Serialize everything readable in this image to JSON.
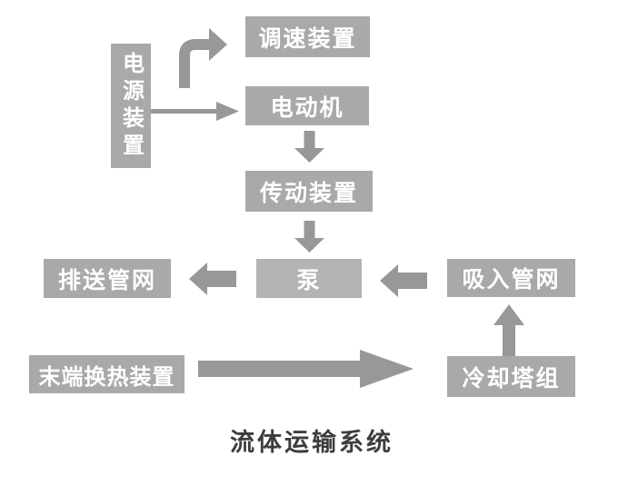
{
  "diagram": {
    "title": "流体运输系统",
    "nodes": {
      "power": "电源装置",
      "speed": "调速装置",
      "motor": "电动机",
      "transmission": "传动装置",
      "pump": "泵",
      "discharge": "排送管网",
      "suction": "吸入管网",
      "terminal": "末端换热装置",
      "cooling": "冷却塔组"
    },
    "arrows": [
      "power-to-speed",
      "power-to-motor",
      "motor-to-transmission",
      "transmission-to-pump",
      "pump-to-discharge",
      "suction-to-pump",
      "cooling-to-suction",
      "terminal-to-cooling"
    ],
    "colors": {
      "box": "#a9a9a9",
      "pump_box": "#b3b3b3",
      "arrow": "#989898",
      "box_text": "#ffffff",
      "title_text": "#3d3d3d",
      "background": "#ffffff"
    }
  }
}
